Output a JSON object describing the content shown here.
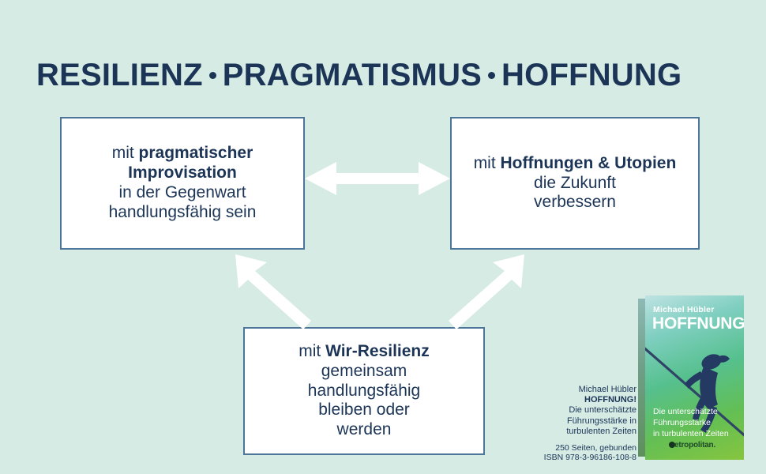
{
  "slide": {
    "background_color": "#d5ebe4",
    "accent_navy": "#1c3557",
    "box_border_color": "#4d7499",
    "box_fill_color": "#ffffff",
    "arrow_color": "#ffffff"
  },
  "title": {
    "part1": "RESILIENZ",
    "part2": "PRAGMATISMUS",
    "part3": "HOFFNUNG",
    "separator": "•",
    "full": "RESILIENZ • PRAGMATISMUS • HOFFNUNG"
  },
  "boxes": [
    {
      "id": "box-left",
      "lead": "mit ",
      "emphasis": "pragmatischer Improvisation",
      "line3": "in der Gegenwart",
      "line4": "handlungsfähig sein"
    },
    {
      "id": "box-right",
      "lead": "mit ",
      "emphasis": "Hoffnungen & Utopien",
      "line3": "die Zukunft",
      "line4": "verbessern"
    },
    {
      "id": "box-bottom",
      "lead": "mit ",
      "emphasis": "Wir-Resilienz",
      "line3": "gemeinsam",
      "line4": "handlungsfähig",
      "line5": "bleiben oder",
      "line6": "werden"
    }
  ],
  "arrows": [
    {
      "name": "arrow-horizontal",
      "direction": "double-horizontal",
      "from": "box-left",
      "to": "box-right"
    },
    {
      "name": "arrow-up-left",
      "direction": "up-left",
      "from": "box-bottom",
      "to": "box-left"
    },
    {
      "name": "arrow-up-right",
      "direction": "up-right",
      "from": "box-bottom",
      "to": "box-right"
    }
  ],
  "book": {
    "author": "Michael Hübler",
    "title": "HOFFNUNG!",
    "subtitle_line1": "Die unterschätzte",
    "subtitle_line2": "Führungsstärke",
    "subtitle_line3": "in turbulenten Zeiten",
    "publisher": "etropolitan.",
    "publisher_full": "metropolitan.",
    "cover_gradient_from": "#bfe3e2",
    "cover_gradient_to": "#86c53f"
  },
  "caption": {
    "author": "Michael Hübler",
    "title": "HOFFNUNG!",
    "subtitle_line1": "Die unterschätzte",
    "subtitle_line2": "Führungsstärke in",
    "subtitle_line3": "turbulenten Zeiten",
    "pages": "250 Seiten, gebunden",
    "isbn": "ISBN 978-3-96186-108-8"
  }
}
